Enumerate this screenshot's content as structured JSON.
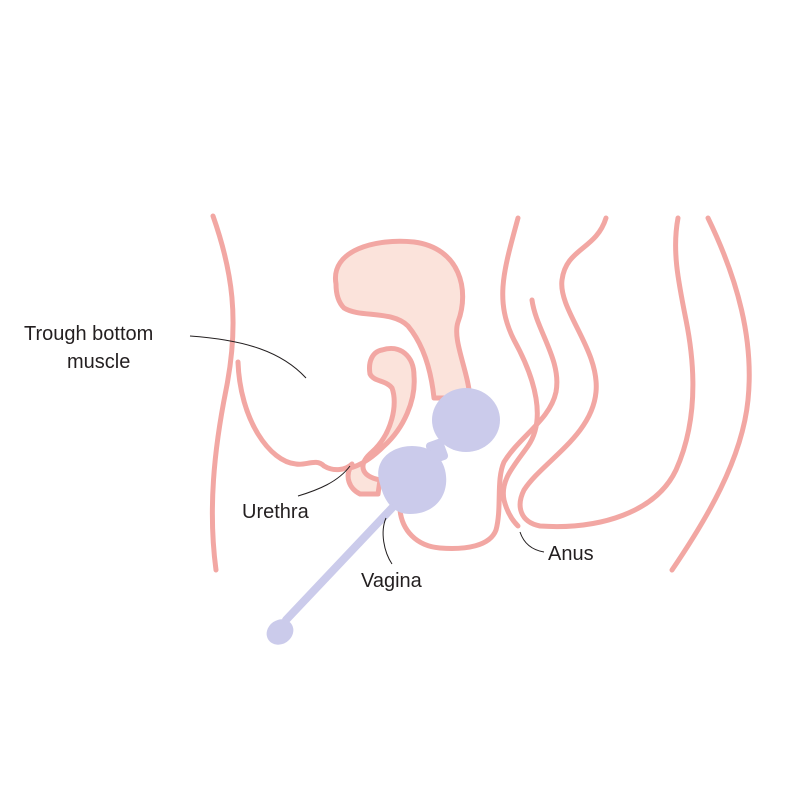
{
  "labels": {
    "muscle_line1": "Trough  bottom",
    "muscle_line2": "muscle",
    "urethra": "Urethra",
    "vagina": "Vagina",
    "anus": "Anus"
  },
  "colors": {
    "outline": "#f2a7a3",
    "fill": "#fbe3db",
    "device": "#cbcbeb",
    "leader": "#231f20"
  }
}
